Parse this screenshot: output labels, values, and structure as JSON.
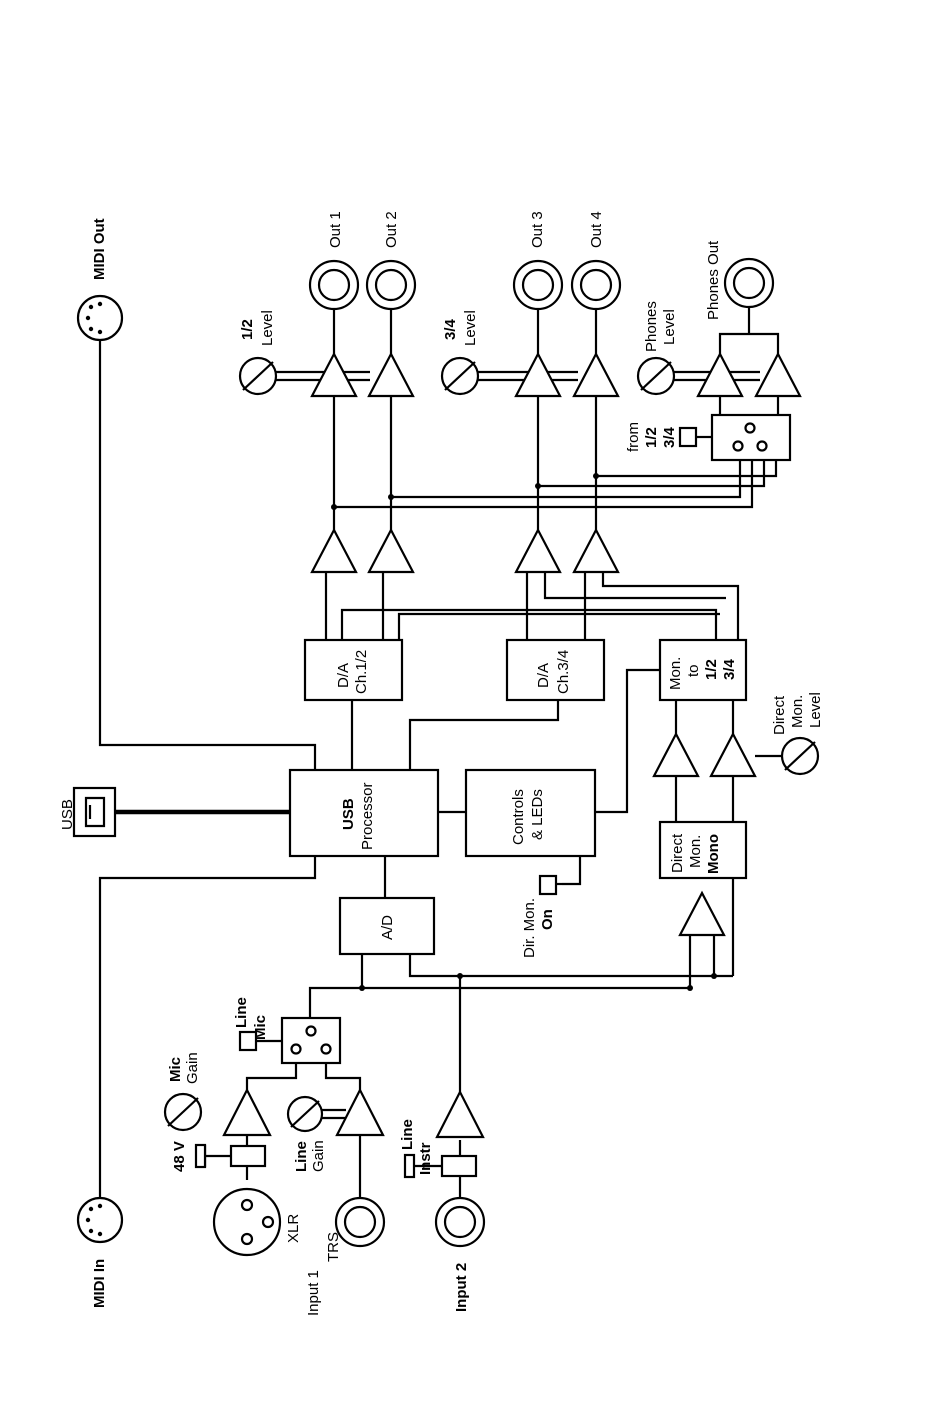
{
  "labels": {
    "midi_in": "MIDI In",
    "midi_out": "MIDI Out",
    "usb": "USB",
    "input1": "Input 1",
    "input2": "Input 2",
    "xlr": "XLR",
    "trs": "TRS",
    "v48": "48 V",
    "mic": "Mic",
    "gain": "Gain",
    "line": "Line",
    "instr": "Instr",
    "usb_proc_1": "USB",
    "usb_proc_2": "Processor",
    "ad": "A/D",
    "controls_1": "Controls",
    "controls_2": "& LEDs",
    "dirmon_1": "Dir. Mon.",
    "dirmon_2": "On",
    "da12_1": "D/A",
    "da12_2": "Ch.1/2",
    "da34_1": "D/A",
    "da34_2": "Ch.3/4",
    "mon_1": "Mon.",
    "mon_2": "to",
    "mon_3": "1/2",
    "mon_4": "3/4",
    "dmm_1": "Direct",
    "dmm_2": "Mon.",
    "dmm_3": "Mono",
    "dml_1": "Direct",
    "dml_2": "Mon.",
    "dml_3": "Level",
    "out1": "Out 1",
    "out2": "Out 2",
    "out3": "Out 3",
    "out4": "Out 4",
    "lvl12_1": "1/2",
    "lvl12_2": "Level",
    "lvl34_1": "3/4",
    "lvl34_2": "Level",
    "phones_level_1": "Phones",
    "phones_level_2": "Level",
    "phones_out": "Phones Out",
    "from": "from",
    "from12": "1/2",
    "from34": "3/4"
  }
}
